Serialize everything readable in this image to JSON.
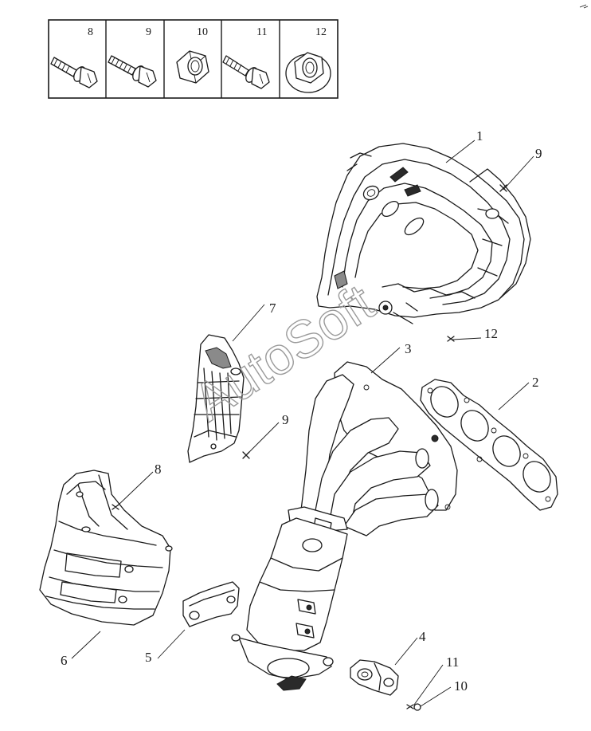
{
  "fastener_table": {
    "cells": [
      {
        "number": "8",
        "icon": "flange-bolt-icon"
      },
      {
        "number": "9",
        "icon": "flange-bolt-icon"
      },
      {
        "number": "10",
        "icon": "hex-nut-icon"
      },
      {
        "number": "11",
        "icon": "flange-bolt-icon"
      },
      {
        "number": "12",
        "icon": "flange-nut-icon"
      }
    ]
  },
  "callouts": {
    "c1": "1",
    "c9a": "9",
    "c7": "7",
    "c3": "3",
    "c12": "12",
    "c2": "2",
    "c9b": "9",
    "c8": "8",
    "c6": "6",
    "c5": "5",
    "c4": "4",
    "c11": "11",
    "c10": "10"
  },
  "watermark": "AutoSoft",
  "colors": {
    "line": "#1a1a1a",
    "background": "#ffffff",
    "watermark": "#9a9a9a"
  }
}
